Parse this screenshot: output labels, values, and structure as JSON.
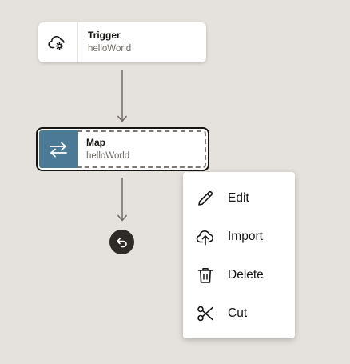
{
  "trigger_node": {
    "title": "Trigger",
    "subtitle": "helloWorld",
    "icon": "cloud-gear-icon"
  },
  "map_node": {
    "title": "Map",
    "subtitle": "helloWorld",
    "icon": "swap-arrows-icon",
    "accent_color": "#4a7a96",
    "selected": true
  },
  "end_node": {
    "icon": "return-arrow-icon"
  },
  "context_menu": {
    "items": [
      {
        "label": "Edit",
        "icon": "pencil-icon"
      },
      {
        "label": "Import",
        "icon": "cloud-upload-icon"
      },
      {
        "label": "Delete",
        "icon": "trash-icon"
      },
      {
        "label": "Cut",
        "icon": "scissors-icon"
      }
    ]
  },
  "colors": {
    "canvas_background": "#e5e1dc",
    "connector": "#6f6a64",
    "text_primary": "#161513",
    "text_secondary": "#6f6a64"
  }
}
